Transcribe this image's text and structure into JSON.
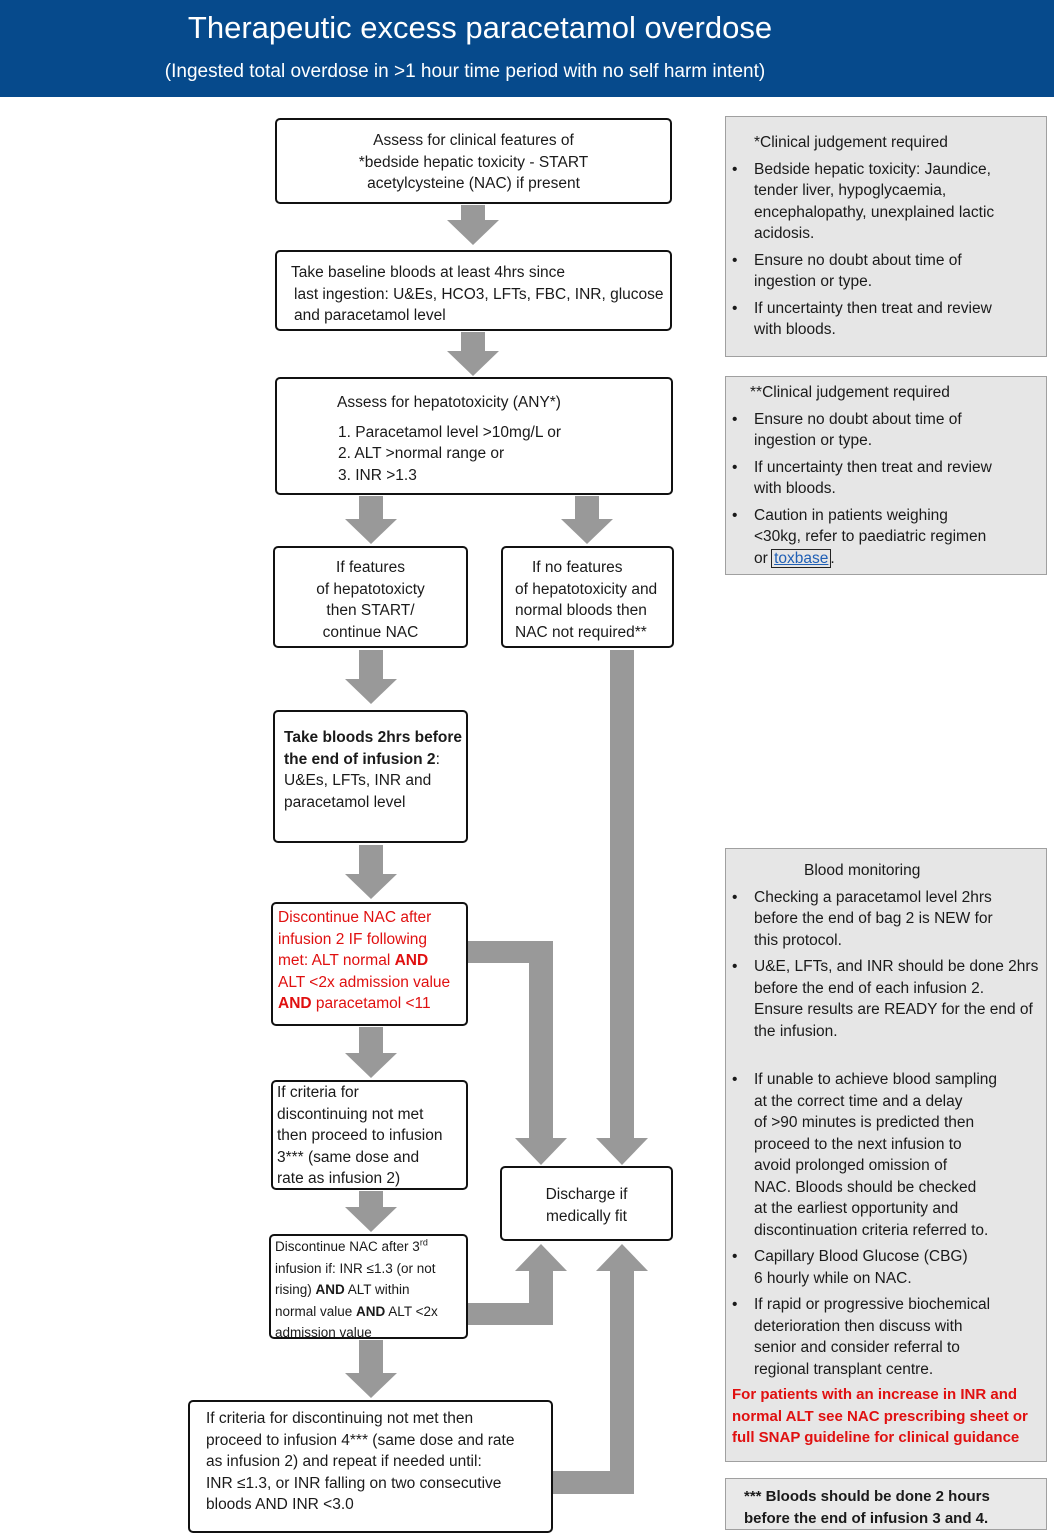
{
  "header": {
    "title": "Therapeutic excess paracetamol overdose",
    "subtitle": "(Ingested total overdose in >1 hour time period with no self harm intent)"
  },
  "flow": {
    "assess_clinical": [
      "Assess for clinical features of",
      "*bedside hepatic toxicity - START",
      "acetylcysteine (NAC) if present"
    ],
    "baseline_bloods": [
      "Take baseline bloods at least 4hrs since",
      "last ingestion: U&Es, HCO3, LFTs, FBC, INR, glucose",
      "and paracetamol level"
    ],
    "assess_hepato": {
      "title": "Assess for hepatotoxicity (ANY*)",
      "items": [
        "1. Paracetamol level >10mg/L or",
        "2. ALT >normal range or",
        "3. INR >1.3"
      ]
    },
    "features_yes": [
      "If features",
      "of hepatotoxicty",
      "then START/",
      "continue NAC"
    ],
    "features_no": [
      "If no features",
      "of hepatotoxicity and",
      "normal bloods then",
      "NAC not required**"
    ],
    "take_bloods": {
      "bold_1": "Take bloods 2hrs before",
      "bold_2": "the end of infusion 2",
      "colon": ":",
      "rest": [
        "U&Es, LFTs, INR and",
        "paracetamol level"
      ]
    },
    "discontinue_2": {
      "l1": "Discontinue NAC after",
      "l2": "infusion 2 IF following",
      "l3a": "met: ALT normal ",
      "l3b": "AND",
      "l4": "ALT <2x admission value",
      "l5a": "AND",
      "l5b": " paracetamol <11"
    },
    "criteria_3": [
      "If criteria for",
      "discontinuing not met",
      "then proceed to infusion",
      "3*** (same dose and",
      "rate as infusion 2)"
    ],
    "discharge": [
      "Discharge if",
      "medically fit"
    ],
    "discontinue_3": {
      "l1a": "Discontinue NAC after 3",
      "l1sup": "rd",
      "l2": "infusion if: INR ≤1.3 (or not",
      "l3a": "rising) ",
      "l3b": "AND",
      "l3c": " ALT within",
      "l4a": "normal value ",
      "l4b": "AND",
      "l4c": " ALT <2x",
      "l5": "admission value"
    },
    "criteria_4": [
      "If criteria for discontinuing not met then",
      "proceed to infusion 4*** (same dose and rate",
      "as infusion 2) and repeat if needed until:",
      "INR ≤1.3, or INR falling on two consecutive",
      "bloods AND INR <3.0"
    ]
  },
  "side": {
    "note1": {
      "heading": "*Clinical judgement required",
      "items": [
        [
          "Bedside hepatic toxicity: Jaundice,",
          "tender liver, hypoglycaemia,",
          "encephalopathy, unexplained lactic",
          "acidosis."
        ],
        [
          "Ensure no doubt about time of",
          "ingestion or type."
        ],
        [
          "If uncertainty then treat and review",
          "with bloods."
        ]
      ]
    },
    "note2": {
      "heading": "**Clinical judgement required",
      "items": [
        [
          "Ensure no doubt about time of",
          "ingestion or type."
        ],
        [
          "If uncertainty then treat and review",
          "with bloods."
        ],
        [
          "Caution in patients weighing",
          "<30kg, refer to paediatric regimen"
        ]
      ],
      "last_prefix": "or ",
      "link": "toxbase",
      "last_suffix": "."
    },
    "monitoring": {
      "heading": "Blood monitoring",
      "items": [
        [
          "Checking a paracetamol level 2hrs",
          "before the end of bag 2 is NEW for",
          "this protocol."
        ],
        [
          "U&E, LFTs, and INR should be done 2hrs",
          "before the end of each infusion 2.",
          "Ensure results are READY for the end of",
          "the infusion."
        ],
        [
          "If unable to achieve blood sampling",
          "at the correct time and a delay",
          "of >90 minutes is predicted then",
          "proceed to the next infusion to",
          "avoid prolonged omission of",
          "NAC. Bloods should be checked",
          "at the earliest opportunity and",
          "discontinuation criteria referred to."
        ],
        [
          "Capillary Blood Glucose (CBG)",
          "6 hourly while on NAC."
        ],
        [
          "If rapid or progressive biochemical",
          "deterioration then discuss with",
          "senior and consider referral to",
          "regional transplant centre."
        ]
      ],
      "warning": [
        "For patients with an increase in INR and",
        "normal ALT see NAC prescribing sheet or",
        "full SNAP guideline for clinical guidance"
      ]
    },
    "note3": [
      "*** Bloods should be done 2 hours",
      "before the end of infusion 3 and 4."
    ]
  },
  "colors": {
    "header": "#064a8c",
    "arrow": "#999999",
    "warning": "#e01010",
    "panel": "#e6e6e6"
  }
}
